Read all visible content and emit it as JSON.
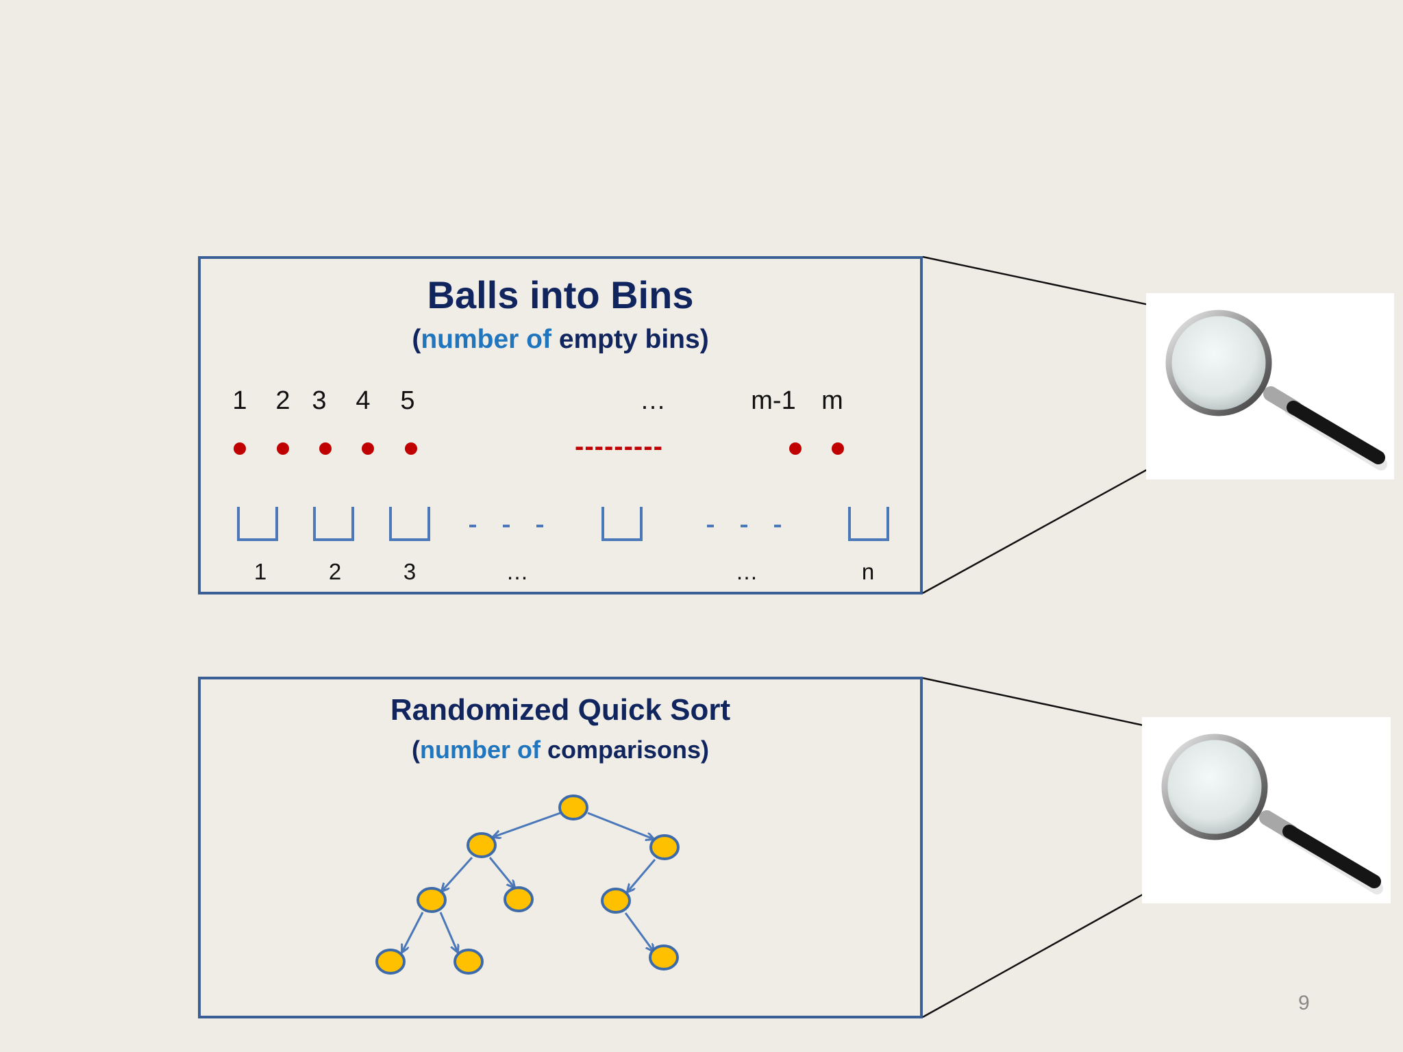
{
  "slide": {
    "page_number": "9"
  },
  "balls_panel": {
    "title": "Balls into Bins",
    "subtitle_open": "(",
    "subtitle_blue": "number of",
    "subtitle_rest": " empty bins)",
    "ball_labels": [
      "1",
      "2",
      "3",
      "4",
      "5",
      "…",
      "m-1",
      "m"
    ],
    "dashes": "---------",
    "bin_labels": [
      "1",
      "2",
      "3",
      "…",
      "…",
      "n"
    ]
  },
  "quicksort_panel": {
    "title": "Randomized Quick Sort",
    "subtitle_open": "(",
    "subtitle_blue": "number of",
    "subtitle_rest": " comparisons)"
  },
  "colors": {
    "title_navy": "#10245e",
    "accent_blue": "#1f75be",
    "ball_red": "#c00000",
    "bin_blue": "#4a78b8",
    "node_yellow": "#ffc000",
    "panel_border": "#3a5f96"
  },
  "icons": [
    "magnifying-glass-icon",
    "magnifying-glass-icon"
  ]
}
